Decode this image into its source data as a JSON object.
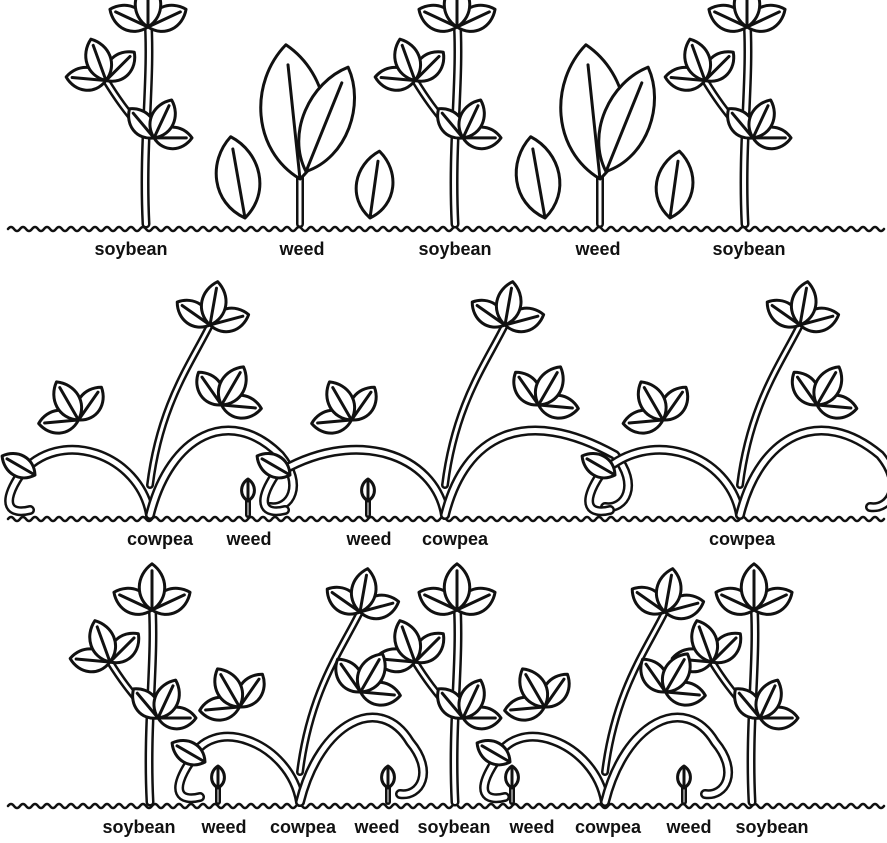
{
  "panels": [
    {
      "id": "soybean-weed",
      "labels": [
        "soybean",
        "weed",
        "soybean",
        "weed",
        "soybean"
      ]
    },
    {
      "id": "cowpea-weed",
      "labels": [
        "cowpea",
        "weed",
        "weed",
        "cowpea",
        "cowpea"
      ]
    },
    {
      "id": "intercrop",
      "labels": [
        "soybean",
        "weed",
        "cowpea",
        "weed",
        "soybean",
        "weed",
        "cowpea",
        "weed",
        "soybean"
      ]
    }
  ],
  "colors": {
    "ink": "#111111",
    "paper": "#ffffff"
  }
}
